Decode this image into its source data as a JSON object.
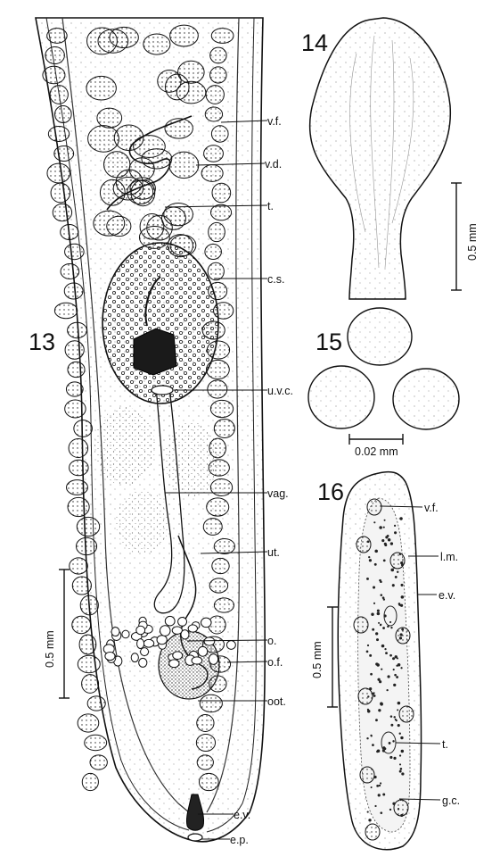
{
  "figures": {
    "fig13": {
      "number": "13",
      "scale_bar": "0.5 mm",
      "labels": [
        {
          "id": "vf",
          "text": "v.f."
        },
        {
          "id": "vd",
          "text": "v.d."
        },
        {
          "id": "t",
          "text": "t."
        },
        {
          "id": "cs",
          "text": "c.s."
        },
        {
          "id": "uvc",
          "text": "u.v.c."
        },
        {
          "id": "vag",
          "text": "vag."
        },
        {
          "id": "ut",
          "text": "ut."
        },
        {
          "id": "o",
          "text": "o."
        },
        {
          "id": "of",
          "text": "o.f."
        },
        {
          "id": "oot",
          "text": "oot."
        },
        {
          "id": "ev",
          "text": "e.v."
        },
        {
          "id": "ep",
          "text": "e.p."
        }
      ]
    },
    "fig14": {
      "number": "14",
      "scale_bar": "0.5 mm"
    },
    "fig15": {
      "number": "15",
      "scale_bar": "0.02 mm"
    },
    "fig16": {
      "number": "16",
      "scale_bar": "0.5 mm",
      "labels": [
        {
          "id": "vf",
          "text": "v.f."
        },
        {
          "id": "lm",
          "text": "l.m."
        },
        {
          "id": "ev",
          "text": "e.v."
        },
        {
          "id": "t",
          "text": "t."
        },
        {
          "id": "gc",
          "text": "g.c."
        }
      ]
    }
  }
}
